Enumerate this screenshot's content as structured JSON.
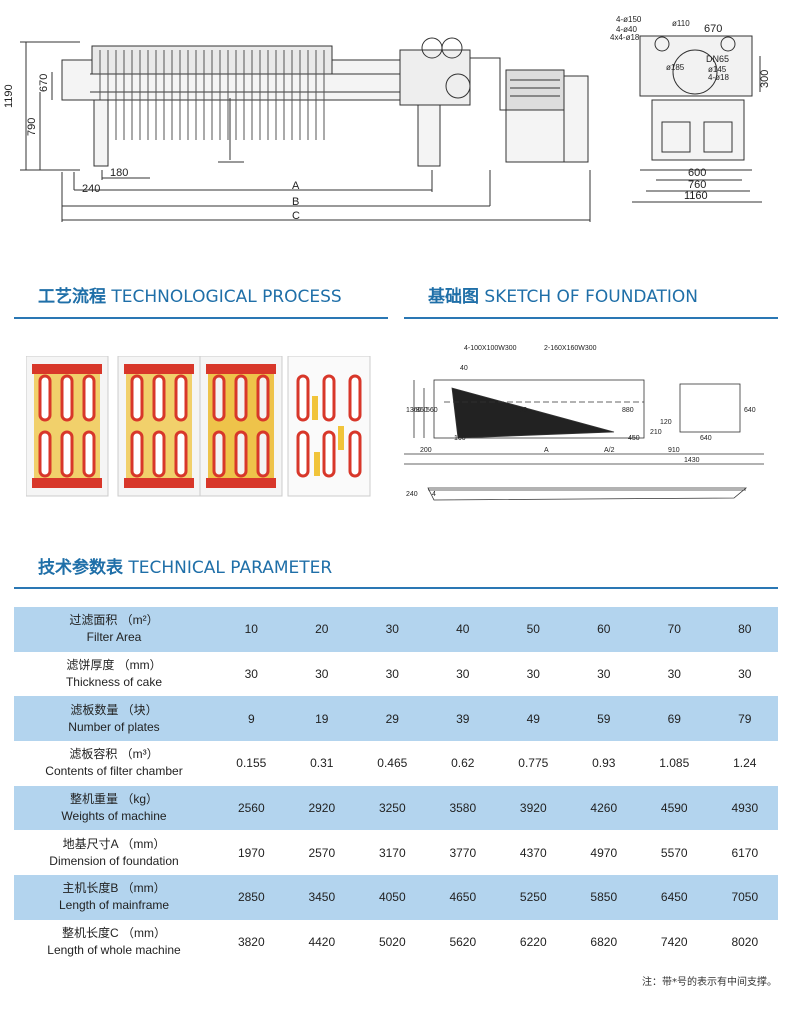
{
  "drawing": {
    "dims_left": [
      "1190",
      "790",
      "670"
    ],
    "dims_bottom": [
      "180",
      "240",
      "A",
      "B",
      "C"
    ],
    "dims_side": [
      "4-ø150",
      "ø110",
      "670",
      "4-ø40",
      "4x4-ø18",
      "DN65",
      "ø185",
      "ø145",
      "4-ø18",
      "300",
      "600",
      "760",
      "1160"
    ]
  },
  "sections": {
    "process": {
      "cn": "工艺流程",
      "en": "TECHNOLOGICAL PROCESS"
    },
    "foundation": {
      "cn": "基础图",
      "en": "SKETCH OF FOUNDATION"
    },
    "parameter": {
      "cn": "技术参数表",
      "en": "TECHNICAL PARAMETER"
    }
  },
  "foundation": {
    "labels": [
      "4-100X100W300",
      "2-160X160W300",
      "40",
      "1360",
      "860",
      "560",
      "1100",
      "880",
      "160",
      "450",
      "200",
      "A",
      "A/2",
      "210",
      "120",
      "910",
      "640",
      "1430",
      "640",
      "240",
      "4"
    ]
  },
  "params": {
    "rows": [
      {
        "cn": "过滤面积 （m²）",
        "en": "Filter Area",
        "values": [
          "10",
          "20",
          "30",
          "40",
          "50",
          "60",
          "70",
          "80"
        ]
      },
      {
        "cn": "滤饼厚度 （mm）",
        "en": "Thickness of cake",
        "values": [
          "30",
          "30",
          "30",
          "30",
          "30",
          "30",
          "30",
          "30"
        ]
      },
      {
        "cn": "滤板数量 （块）",
        "en": "Number of plates",
        "values": [
          "9",
          "19",
          "29",
          "39",
          "49",
          "59",
          "69",
          "79"
        ]
      },
      {
        "cn": "滤板容积 （m³）",
        "en": "Contents of filter chamber",
        "values": [
          "0.155",
          "0.31",
          "0.465",
          "0.62",
          "0.775",
          "0.93",
          "1.085",
          "1.24"
        ]
      },
      {
        "cn": "整机重量 （kg）",
        "en": "Weights of machine",
        "values": [
          "2560",
          "2920",
          "3250",
          "3580",
          "3920",
          "4260",
          "4590",
          "4930"
        ]
      },
      {
        "cn": "地基尺寸A （mm）",
        "en": "Dimension of foundation",
        "values": [
          "1970",
          "2570",
          "3170",
          "3770",
          "4370",
          "4970",
          "5570",
          "6170"
        ]
      },
      {
        "cn": "主机长度B （mm）",
        "en": "Length of mainframe",
        "values": [
          "2850",
          "3450",
          "4050",
          "4650",
          "5250",
          "5850",
          "6450",
          "7050"
        ]
      },
      {
        "cn": "整机长度C （mm）",
        "en": "Length of whole machine",
        "values": [
          "3820",
          "4420",
          "5020",
          "5620",
          "6220",
          "6820",
          "7420",
          "8020"
        ]
      }
    ],
    "note": "注：带*号的表示有中间支撑。"
  }
}
